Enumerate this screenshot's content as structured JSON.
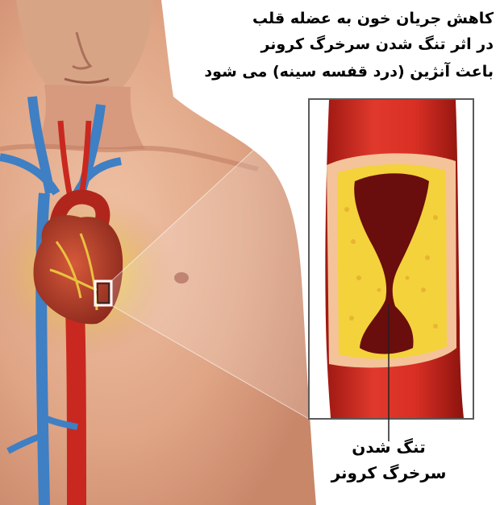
{
  "title": {
    "line1": "کاهش جریان خون به عضله قلب",
    "line2": "در اثر تنگ شدن سرخرگ کرونر",
    "line3": "باعث آنژین (درد قفسه سینه) می شود"
  },
  "callout": {
    "line1": "تنگ شدن",
    "line2": "سرخرگ کرونر"
  },
  "colors": {
    "skin": "#e8b79a",
    "artery_red": "#c8281f",
    "vein_blue": "#3f7fc4",
    "plaque_yellow": "#f3d23c",
    "lumen_dark": "#6a0d0d",
    "frame_gray": "#5a5a5a"
  }
}
